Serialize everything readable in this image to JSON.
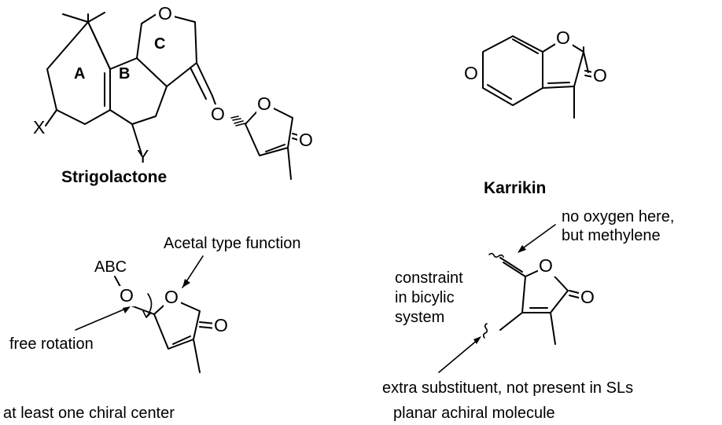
{
  "strigolactone": {
    "name": "Strigolactone",
    "ring_labels": {
      "a": "A",
      "b": "B",
      "c": "C"
    },
    "atoms": {
      "o_ring_c": "O",
      "o_ether": "O",
      "o_lactone": "O",
      "o_carbonyl": "O",
      "x": "X",
      "y": "Y"
    }
  },
  "karrikin": {
    "name": "Karrikin",
    "atoms": {
      "o_pyran": "O",
      "o_lactone": "O",
      "o_carbonyl": "O"
    }
  },
  "sl_fragment": {
    "substituent": "ABC",
    "atoms": {
      "o_ether": "O",
      "o_lactone": "O",
      "o_carbonyl": "O"
    },
    "annotations": {
      "acetal": "Acetal type function",
      "rotation": "free rotation",
      "chirality": "at least one chiral center"
    }
  },
  "kar_fragment": {
    "atoms": {
      "o_lactone": "O",
      "o_carbonyl": "O"
    },
    "annotations": {
      "methylene_line1": "no oxygen here,",
      "methylene_line2": "but methylene",
      "constraint_line1": "constraint",
      "constraint_line2": "in bicylic",
      "constraint_line3": "system",
      "substituent": "extra substituent, not present in SLs",
      "planarity": "planar achiral molecule"
    }
  }
}
